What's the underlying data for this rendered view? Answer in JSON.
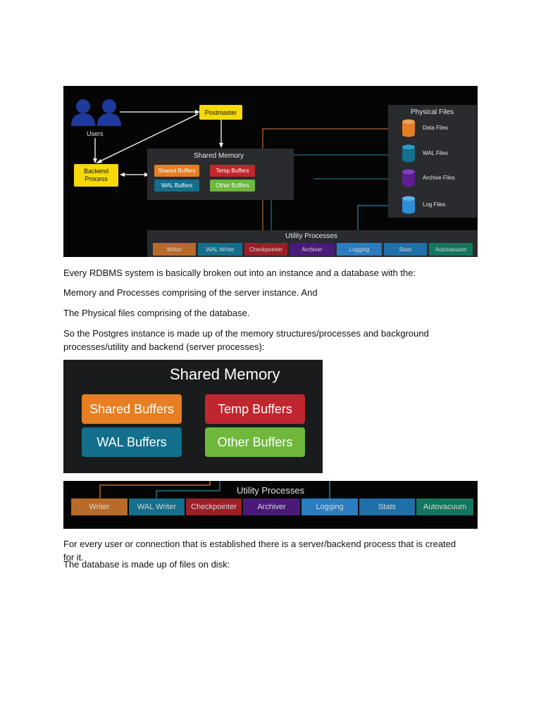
{
  "diagram": {
    "postmaster": "Postmaster",
    "users": "Users",
    "backend_process": "Backend\nProcess",
    "shared_memory": {
      "title": "Shared Memory",
      "shared_buffers": "Shared Buffers",
      "temp_buffers": "Temp Buffers",
      "wal_buffers": "WAL Buffers",
      "other_buffers": "Other Buffers"
    },
    "physical_files": {
      "title": "Physical Files",
      "data_files": "Data Files",
      "wal_files": "WAL Files",
      "archive_files": "Archive Files",
      "log_files": "Log Files"
    },
    "utility_processes": {
      "title": "Utility Processes",
      "items": [
        "Writer",
        "WAL Writer",
        "Checkpointer",
        "Archiver",
        "Logging",
        "Stats",
        "Autovacuum"
      ]
    }
  },
  "colors": {
    "orange": "#e67e22",
    "red": "#c0262d",
    "teal": "#136f8c",
    "green": "#6fb83c",
    "yellow": "#f5d90a",
    "purple": "#5b1f8f",
    "blue": "#2f8fd6",
    "dark_green": "#13765e"
  },
  "text": {
    "p1": "Every RDBMS system is basically broken out into an instance and a database with the:",
    "p2": "Memory and Processes comprising of the server instance. And",
    "p3": "The Physical files comprising of the database.",
    "p4": "So the Postgres instance is made up of the memory structures/processes and background processes/utility and backend (server processes):",
    "p5": "For every user or connection that is established there is a server/backend process that is created for it.",
    "p6": "The database is made up of files on disk:"
  }
}
